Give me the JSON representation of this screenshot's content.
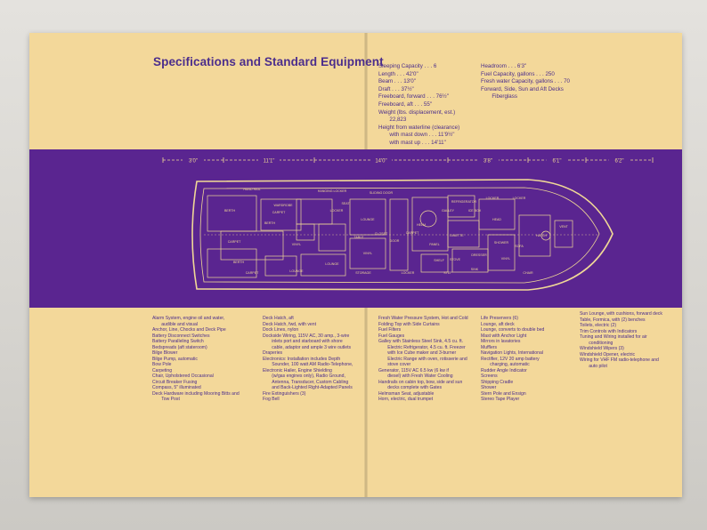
{
  "page": {
    "title": "Specifications and Standard Equipment"
  },
  "specs": {
    "col1": [
      "Sleeping Capacity . . . 6",
      "Length . . . 42'0\"",
      "Beam . . . 13'0\"",
      "Draft . . . 37½\"",
      "Freeboard, forward . . . 76½\"",
      "Freeboard, aft . . . 55\"",
      "Weight (lbs. displacement, est.)",
      "    22,823",
      "Height from waterline (clearance)",
      "    with mast down . . . 11'9½\"",
      "    with mast up . . . 14'11\""
    ],
    "col2": [
      "Headroom . . . 6'3\"",
      "Fuel Capacity, gallons . . . 250",
      "Fresh water Capacity, gallons . . . 70",
      "Forward, Side, Sun and Aft Decks",
      "    Fiberglass"
    ]
  },
  "dimensions": [
    "3'0\"",
    "11'1\"",
    "14'0\"",
    "3'8\"",
    "6'1\"",
    "6'2\""
  ],
  "plan_labels": [
    "BERTH",
    "BERTH",
    "BERTH",
    "CARPET",
    "CARPET",
    "CARPET",
    "CARPET",
    "VINYL",
    "VINYL",
    "VINYL",
    "LOCKER",
    "LOCKER",
    "LOCKER",
    "LOCKER",
    "LOUNGE",
    "LOUNGE",
    "LOUNGE",
    "WARDROBE",
    "HANGING LOCKER",
    "SLIDING DOOR",
    "CLOSET",
    "GALLEY",
    "DINETTE",
    "DRESSER",
    "SHELF",
    "HEAD",
    "SHOWER",
    "SINK",
    "HATCH",
    "VENT",
    "STEP",
    "SOFA",
    "STORAGE",
    "REFRIGERATOR",
    "ICE BOX",
    "STOVE",
    "PANEL",
    "HELM",
    "CHAIR",
    "TABLE",
    "DOOR",
    "SEAT",
    "HAND RAIL"
  ],
  "equipment": {
    "col1": [
      "Alarm System, engine oil and water,",
      "    audible and visual",
      "Anchor, Line, Chocks and Deck Pipe",
      "Battery Disconnect Switches",
      "Battery Paralleling Switch",
      "Bedspreads (aft stateroom)",
      "Bilge Blower",
      "Bilge Pump, automatic",
      "Bow Pole",
      "Carpeting",
      "Chair, Upholstered Occasional",
      "Circuit Breaker Fusing",
      "Compass, 5\" illuminated",
      "Deck Hardware including Mooring Bitts and",
      "    Tow Post"
    ],
    "col2": [
      "Deck Hatch, aft",
      "Deck Hatch, fwd, with vent",
      "Dock Lines, nylon",
      "Dockside Wiring, 115V AC, 30 amp., 3-wire",
      "    inlets port and starboard with shore",
      "    cable, adaptor and ample 3 wire outlets",
      "Draperies",
      "Electronics: Installation includes Depth",
      "    Sounder, 100 watt AM Radio-Telephone,",
      "Electronic Hailer, Engine Shielding",
      "    (w/gas engines only), Radio Ground,",
      "    Antenna, Transducer, Custom Cabling",
      "    and Back-Lighted Right-Adapted Panels",
      "Fire Extinguishers (3)",
      "Fog Bell"
    ],
    "col3": [
      "Fresh Water Pressure System, Hot and Cold",
      "Folding Top with Side Curtains",
      "Fuel Filters",
      "Fuel Gauges",
      "Galley with Stainless Steel Sink, 4.5 cu. ft.",
      "    Electric Refrigerator, 4.5 cu. ft. Freezer",
      "    with Ice Cube maker and 3-burner",
      "    Electric Range with oven, rotisserie and",
      "    stove cover",
      "Generator, 115V AC 6.5 kw (6 kw if",
      "    diesel) with Fresh Water Cooling",
      "Handrails on cabin top, bow, side and sun",
      "    decks complete with Gates",
      "Helmsman Seat, adjustable",
      "Horn, electric, dual trumpet"
    ],
    "col4": [
      "Life Preservers (6)",
      "Lounge, aft deck",
      "Lounge, converts to double bed",
      "Mast with Anchor Light",
      "Mirrors in lavatories",
      "Mufflers",
      "Navigation Lights, International",
      "Rectifier, 12V 20 amp battery",
      "    charging, automatic",
      "Rudder Angle Indicator",
      "Screens",
      "Shipping Cradle",
      "Shower",
      "Stern Pole and Ensign",
      "Stereo Tape Player"
    ],
    "col5": [
      "Sun Lounge, with cushions, forward deck",
      "Table, Formica, with (2) benches",
      "Toilets, electric (2)",
      "Trim Controls with Indicators",
      "Tuning and Wiring installed for air",
      "    conditioning",
      "Windshield Wipers (3)",
      "Windshield Opener, electric",
      "Wiring for VHF FM radio-telephone and",
      "    auto pilot"
    ]
  },
  "colors": {
    "paper": "#f3d89a",
    "purple": "#5a2590",
    "ink": "#4b2d8c",
    "plan_line": "#f0d896"
  }
}
